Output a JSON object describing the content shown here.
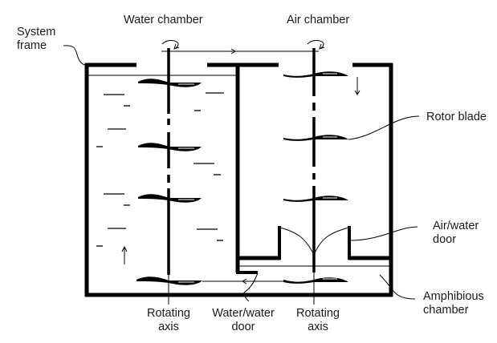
{
  "diagram": {
    "title": "Water chamber / Air chamber rotor system",
    "labels": {
      "system_frame": [
        "System",
        "frame"
      ],
      "water_chamber": "Water chamber",
      "air_chamber": "Air chamber",
      "rotor_blade": "Rotor blade",
      "air_water_door": [
        "Air/water",
        "door"
      ],
      "amphibious_chamber": [
        "Amphibious",
        "chamber"
      ],
      "rotating_axis_left": [
        "Rotating",
        "axis"
      ],
      "water_water_door": [
        "Water/water",
        "door"
      ],
      "rotating_axis_right": [
        "Rotating",
        "axis"
      ]
    },
    "components": {
      "left_chamber_blade_count": 4,
      "right_chamber_blade_count": 3,
      "amphibious_chamber_blade_count": 1
    },
    "colors": {
      "ink": "#000000",
      "text": "#1a1a1a",
      "background": "#ffffff"
    }
  }
}
